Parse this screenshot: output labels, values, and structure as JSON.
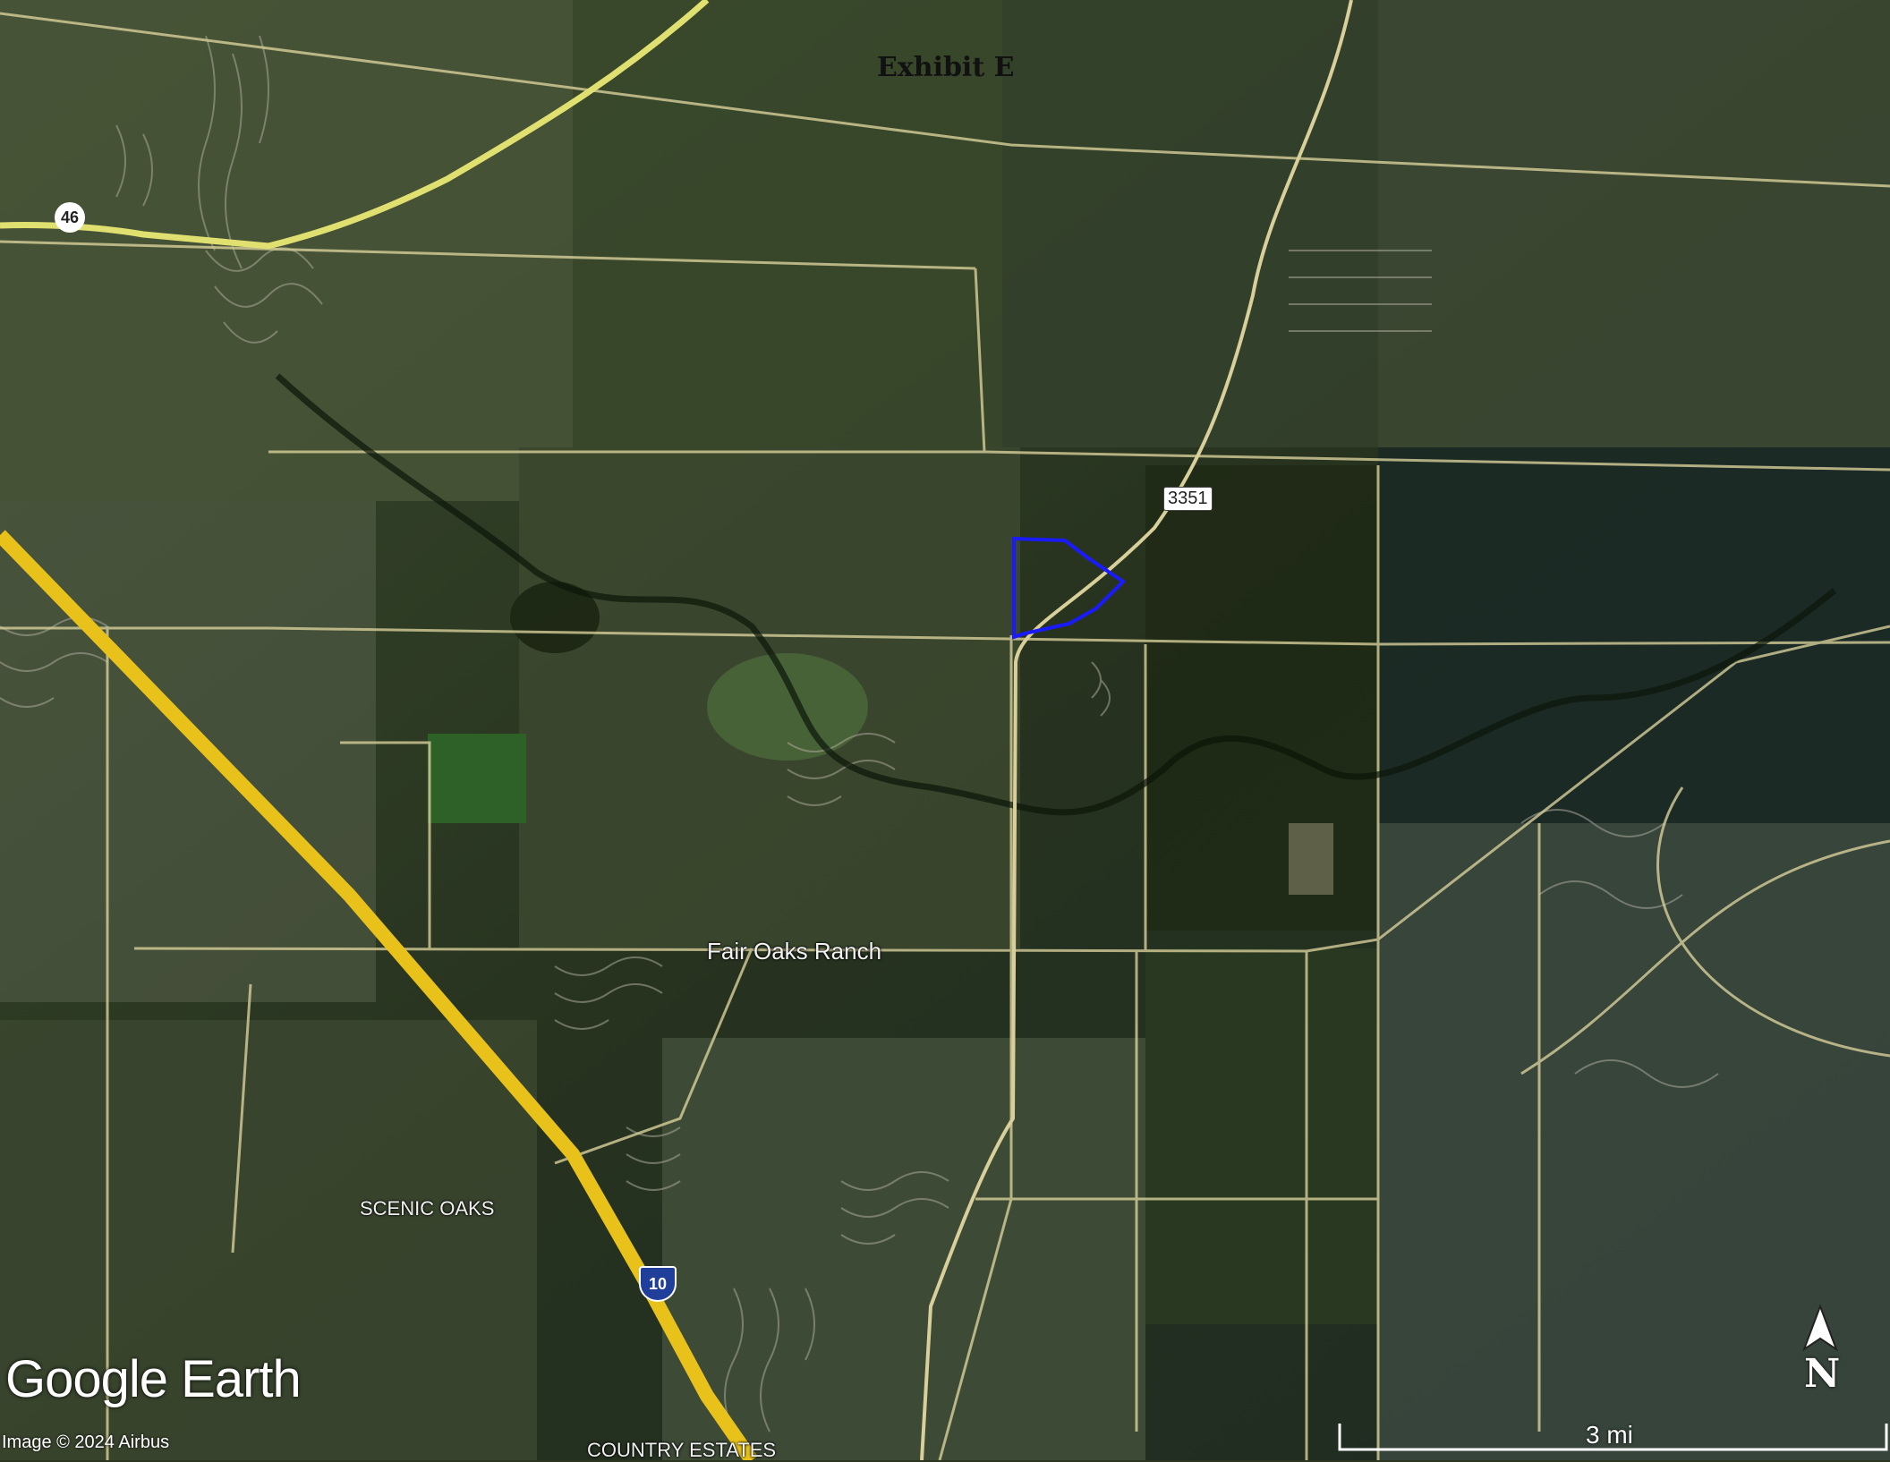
{
  "exhibit_title": "Exhibit E",
  "labels": {
    "fair_oaks_ranch": "Fair Oaks Ranch",
    "scenic_oaks": "SCENIC OAKS",
    "country_estates": "COUNTRY ESTATES"
  },
  "shields": {
    "state_highway": "46",
    "farm_road": "3351",
    "interstate": "10"
  },
  "branding": {
    "logo": "Google Earth",
    "credit": "Image © 2024 Airbus"
  },
  "scale_bar": {
    "label": "3 mi"
  },
  "north_arrow": {
    "label": "N"
  },
  "colors": {
    "parcel_outline": "#1a1aff",
    "interstate": "#e8c21a",
    "highway": "#e0e070",
    "road": "#d8cf9a"
  },
  "icons": [
    "north-arrow-icon"
  ]
}
